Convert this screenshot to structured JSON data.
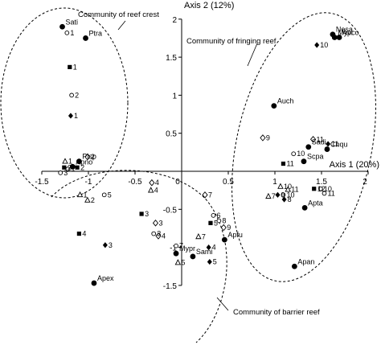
{
  "chart_data": {
    "type": "scatter",
    "title": "",
    "xlabel": "Axis 1 (20%)",
    "ylabel": "Axis 2 (12%)",
    "xlim": [
      -1.5,
      2.0
    ],
    "ylim": [
      -1.5,
      2.0
    ],
    "x_ticks": [
      "-1.5",
      "-1",
      "-0.5",
      "0",
      "0.5",
      "1",
      "1.5",
      "2"
    ],
    "y_ticks": [
      "-1.5",
      "-1",
      "-0.5",
      "0.5",
      "1",
      "1.5",
      "2"
    ],
    "grid": false,
    "communities": [
      {
        "label": "Community of reef crest"
      },
      {
        "label": "Community of fringing reef"
      },
      {
        "label": "Community of barrier reef"
      }
    ],
    "species": [
      {
        "label": "Sati",
        "x": -1.28,
        "y": 1.9
      },
      {
        "label": "Ptra",
        "x": -1.03,
        "y": 1.75
      },
      {
        "label": "Plsp",
        "x": -1.1,
        "y": 0.13
      },
      {
        "label": "Apno",
        "x": -1.17,
        "y": 0.06
      },
      {
        "label": "Nesa",
        "x": 1.62,
        "y": 1.8
      },
      {
        "label": "Myvi",
        "x": 1.64,
        "y": 1.76
      },
      {
        "label": "Apco",
        "x": 1.69,
        "y": 1.76
      },
      {
        "label": "Auch",
        "x": 0.99,
        "y": 0.86
      },
      {
        "label": "Sadi",
        "x": 1.36,
        "y": 0.32
      },
      {
        "label": "Chqu",
        "x": 1.56,
        "y": 0.29
      },
      {
        "label": "Scpa",
        "x": 1.31,
        "y": 0.13
      },
      {
        "label": "Apta",
        "x": 1.32,
        "y": -0.48
      },
      {
        "label": "Apfu",
        "x": 0.46,
        "y": -0.9
      },
      {
        "label": "Mypr",
        "x": -0.06,
        "y": -1.08
      },
      {
        "label": "Sami",
        "x": 0.12,
        "y": -1.12
      },
      {
        "label": "Apan",
        "x": 1.21,
        "y": -1.25
      },
      {
        "label": "Apex",
        "x": -0.94,
        "y": -1.47
      }
    ],
    "samples": [
      {
        "label": "1",
        "marker": "circle-open",
        "x": -1.23,
        "y": 1.82
      },
      {
        "label": "1",
        "marker": "square-filled",
        "x": -1.2,
        "y": 1.37
      },
      {
        "label": "2",
        "marker": "circle-open",
        "x": -1.18,
        "y": 1.0
      },
      {
        "label": "1",
        "marker": "diamond-filled",
        "x": -1.19,
        "y": 0.73
      },
      {
        "label": "2",
        "marker": "diamond-open",
        "x": -1.01,
        "y": 0.19
      },
      {
        "label": "1",
        "marker": "triangle-open",
        "x": -1.25,
        "y": 0.13
      },
      {
        "label": "2",
        "marker": "square-filled",
        "x": -1.26,
        "y": 0.05
      },
      {
        "label": "2",
        "marker": "square-filled",
        "x": -1.12,
        "y": 0.05
      },
      {
        "label": "1",
        "marker": "circle-open",
        "x": -1.22,
        "y": 0.03
      },
      {
        "label": "3",
        "marker": "circle-open",
        "x": -1.3,
        "y": -0.02
      },
      {
        "label": "4",
        "marker": "diamond-open",
        "x": -0.32,
        "y": -0.15
      },
      {
        "label": "4",
        "marker": "triangle-open",
        "x": -0.33,
        "y": -0.25
      },
      {
        "label": "1",
        "marker": "triangle-open",
        "x": -1.09,
        "y": -0.31
      },
      {
        "label": "2",
        "marker": "triangle-open",
        "x": -1.01,
        "y": -0.38
      },
      {
        "label": "5",
        "marker": "circle-open",
        "x": -0.83,
        "y": -0.31
      },
      {
        "label": "3",
        "marker": "square-filled",
        "x": -0.43,
        "y": -0.56
      },
      {
        "label": "3",
        "marker": "diamond-open",
        "x": -0.28,
        "y": -0.68
      },
      {
        "label": "4",
        "marker": "square-filled",
        "x": -1.1,
        "y": -0.82
      },
      {
        "label": "3",
        "marker": "diamond-filled",
        "x": -0.82,
        "y": -0.97
      },
      {
        "label": "4",
        "marker": "diamond-open",
        "x": -0.25,
        "y": -0.85
      },
      {
        "label": "3",
        "marker": "circle-open",
        "x": -0.3,
        "y": -0.82
      },
      {
        "label": "5",
        "marker": "triangle-open",
        "x": -0.04,
        "y": -1.2
      },
      {
        "label": "7",
        "marker": "circle-open",
        "x": -0.06,
        "y": -0.98
      },
      {
        "label": "7",
        "marker": "diamond-open",
        "x": 0.25,
        "y": -0.31
      },
      {
        "label": "6",
        "marker": "circle-open",
        "x": 0.34,
        "y": -0.58
      },
      {
        "label": "8",
        "marker": "circle-open",
        "x": 0.4,
        "y": -0.65
      },
      {
        "label": "5",
        "marker": "square-filled",
        "x": 0.31,
        "y": -0.68
      },
      {
        "label": "9",
        "marker": "diamond-open",
        "x": 0.45,
        "y": -0.74
      },
      {
        "label": "7",
        "marker": "triangle-open",
        "x": 0.18,
        "y": -0.86
      },
      {
        "label": "4",
        "marker": "diamond-filled",
        "x": 0.29,
        "y": -1.0
      },
      {
        "label": "5",
        "marker": "diamond-filled",
        "x": 0.3,
        "y": -1.19
      },
      {
        "label": "10",
        "marker": "diamond-filled",
        "x": 1.45,
        "y": 1.66
      },
      {
        "label": "9",
        "marker": "diamond-open",
        "x": 0.87,
        "y": 0.44
      },
      {
        "label": "11",
        "marker": "diamond-open",
        "x": 1.41,
        "y": 0.42
      },
      {
        "label": "11",
        "marker": "diamond-filled",
        "x": 1.57,
        "y": 0.36
      },
      {
        "label": "10",
        "marker": "circle-open",
        "x": 1.2,
        "y": 0.23
      },
      {
        "label": "11",
        "marker": "square-filled",
        "x": 1.09,
        "y": 0.1
      },
      {
        "label": "10",
        "marker": "triangle-open",
        "x": 1.06,
        "y": -0.2
      },
      {
        "label": "11",
        "marker": "triangle-open",
        "x": 1.14,
        "y": -0.24
      },
      {
        "label": "12",
        "marker": "square-filled",
        "x": 1.42,
        "y": -0.23
      },
      {
        "label": "10",
        "marker": "circle-open",
        "x": 1.49,
        "y": -0.23
      },
      {
        "label": "11",
        "marker": "circle-open",
        "x": 1.53,
        "y": -0.29
      },
      {
        "label": "9",
        "marker": "diamond-filled",
        "x": 1.03,
        "y": -0.31
      },
      {
        "label": "10",
        "marker": "circle-open",
        "x": 1.09,
        "y": -0.31
      },
      {
        "label": "7",
        "marker": "triangle-open",
        "x": 0.93,
        "y": -0.33
      },
      {
        "label": "8",
        "marker": "diamond-filled",
        "x": 1.1,
        "y": -0.37
      }
    ]
  }
}
